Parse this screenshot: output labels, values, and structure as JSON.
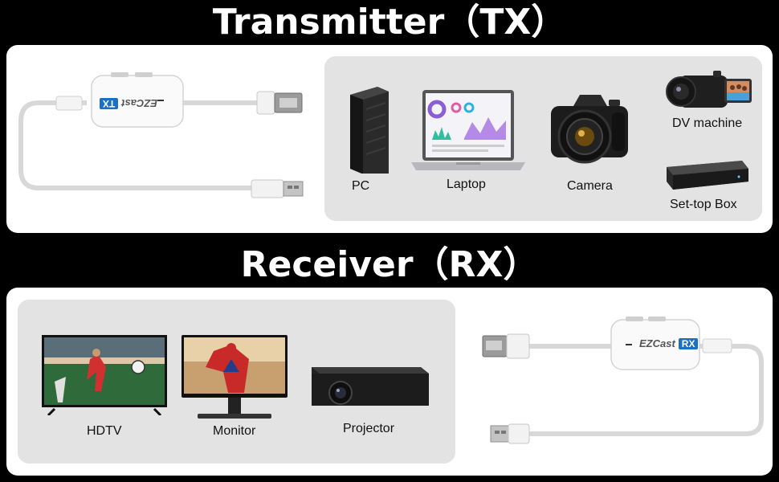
{
  "tx": {
    "heading": "Transmitter（TX）",
    "dongle": {
      "brand": "EZCast",
      "tag": "TX"
    },
    "devices": [
      {
        "label": "PC"
      },
      {
        "label": "Laptop"
      },
      {
        "label": "Camera"
      },
      {
        "label": "DV machine"
      },
      {
        "label": "Set-top Box"
      }
    ]
  },
  "rx": {
    "heading": "Receiver（RX）",
    "dongle": {
      "brand": "EZCast",
      "tag": "RX"
    },
    "devices": [
      {
        "label": "HDTV"
      },
      {
        "label": "Monitor"
      },
      {
        "label": "Projector"
      }
    ]
  },
  "colors": {
    "accent": "#1f6fc0",
    "panel_gray": "#e3e3e3",
    "background": "#000000"
  }
}
